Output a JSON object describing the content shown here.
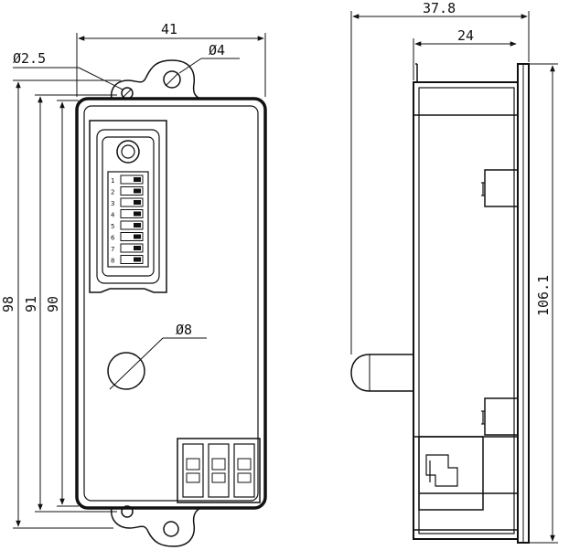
{
  "front_view": {
    "width_label": "41",
    "hole_small_label": "Ø2.5",
    "hole_mount_label": "Ø4",
    "hole_knob_label": "Ø8",
    "height_98_label": "98",
    "height_91_label": "91",
    "height_90_label": "90",
    "dip_switch_positions": [
      "1",
      "2",
      "3",
      "4",
      "5",
      "6",
      "7",
      "8"
    ]
  },
  "side_view": {
    "depth_total_label": "37.8",
    "depth_body_label": "24",
    "height_label": "106.1"
  },
  "colors": {
    "line": "#111111",
    "background": "#ffffff"
  }
}
